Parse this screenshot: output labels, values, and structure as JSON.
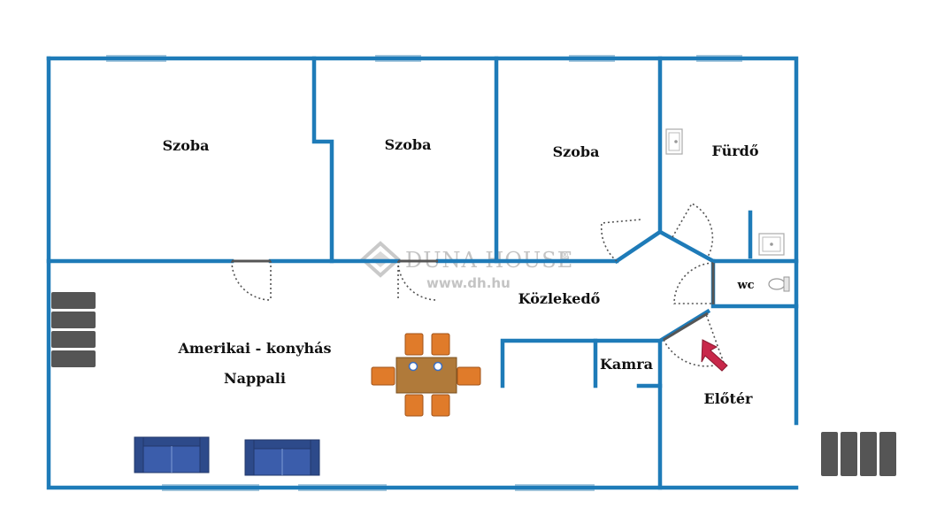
{
  "rooms": {
    "szoba_1": "Szoba",
    "szoba_2": "Szoba",
    "szoba_3": "Szoba",
    "furdo": "Fürdő",
    "wc": "wc",
    "kozlekedo": "Közlekedő",
    "nappali_line1": "Amerikai - konyhás",
    "nappali_line2": "Nappali",
    "kamra": "Kamra",
    "eloter": "Előtér"
  },
  "watermark": {
    "brand": "DUNA HOUSE",
    "registered": "®",
    "url": "www.dh.hu"
  },
  "colors": {
    "wall": "#1e7bb8",
    "window": "#a9c9de",
    "door": "#555555",
    "sofa": "#3b5dab",
    "table": "#b07a3a",
    "chair": "#e07b2a",
    "entrance_arrow": "#c8284a",
    "stairs": "#555555"
  }
}
